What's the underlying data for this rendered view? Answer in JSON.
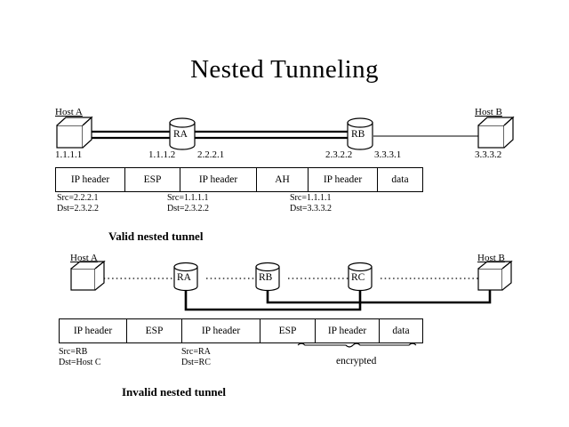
{
  "title": "Nested Tunneling",
  "diagram_top": {
    "caption": "Valid nested tunnel",
    "nodes": [
      {
        "name": "host-a",
        "label": "Host A",
        "address": "1.1.1.1",
        "type": "host"
      },
      {
        "name": "router-ra",
        "label": "RA",
        "address_left": "1.1.1.2",
        "address_right": "2.2.2.1",
        "type": "router"
      },
      {
        "name": "router-rb",
        "label": "RB",
        "address_left": "2.3.2.2",
        "address_right": "3.3.3.1",
        "type": "router"
      },
      {
        "name": "host-b",
        "label": "Host B",
        "address": "3.3.3.2",
        "type": "host"
      }
    ],
    "packet": {
      "cells": [
        {
          "label": "IP header"
        },
        {
          "label": "ESP"
        },
        {
          "label": "IP header"
        },
        {
          "label": "AH"
        },
        {
          "label": "IP header"
        },
        {
          "label": "data"
        }
      ],
      "annotations": [
        {
          "src": "Src=2.2.2.1",
          "dst": "Dst=2.3.2.2"
        },
        {
          "src": "Src=1.1.1.1",
          "dst": "Dst=2.3.2.2"
        },
        {
          "src": "Src=1.1.1.1",
          "dst": "Dst=3.3.3.2"
        }
      ]
    }
  },
  "diagram_bottom": {
    "caption": "Invalid nested tunnel",
    "nodes": [
      {
        "name": "host-a",
        "label": "Host A",
        "type": "host"
      },
      {
        "name": "router-ra",
        "label": "RA",
        "type": "router"
      },
      {
        "name": "router-rb",
        "label": "RB",
        "type": "router"
      },
      {
        "name": "router-rc",
        "label": "RC",
        "type": "router"
      },
      {
        "name": "host-b",
        "label": "Host B",
        "type": "host"
      }
    ],
    "packet": {
      "cells": [
        {
          "label": "IP header"
        },
        {
          "label": "ESP"
        },
        {
          "label": "IP header"
        },
        {
          "label": "ESP"
        },
        {
          "label": "IP header"
        },
        {
          "label": "data"
        }
      ],
      "annotations": [
        {
          "src": "Src=RB",
          "dst": "Dst=Host C"
        },
        {
          "src": "Src=RA",
          "dst": "Dst=RC"
        }
      ],
      "brace_label": "encrypted"
    }
  },
  "colors": {
    "ink": "#000000",
    "paper": "#ffffff"
  }
}
